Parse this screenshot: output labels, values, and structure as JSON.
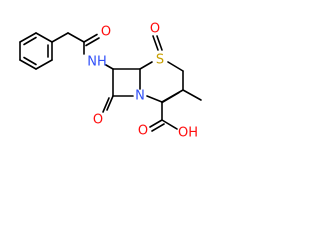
{
  "molecule": {
    "atoms": {
      "amide_o": "O",
      "amide_nh": "NH",
      "beta_lactam_o": "O",
      "ring_n": "N",
      "sulfur": "S",
      "sulfoxide_o": "O",
      "acid_o": "O",
      "acid_oh": "OH"
    },
    "colors": {
      "bond": "#000000",
      "oxygen": "#ff0d0d",
      "nitrogen": "#3050f8",
      "sulfur": "#c8a000"
    }
  }
}
